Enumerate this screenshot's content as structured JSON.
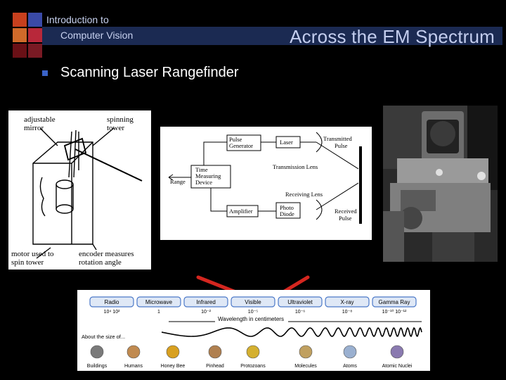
{
  "header": {
    "course_line1": "Introduction to",
    "course_line2": "Computer Vision",
    "title": "Across the EM Spectrum"
  },
  "bullet": {
    "text": "Scanning Laser Rangefinder"
  },
  "colors": {
    "background": "#000000",
    "header_bar": "#1b2a52",
    "header_text": "#c3cdee",
    "accent_blue": "#3a63c8",
    "arrow_red": "#d4261f"
  },
  "diagram_left": {
    "adjustable_mirror": [
      "adjustable",
      "mirror"
    ],
    "spinning_tower": [
      "spinning",
      "tower"
    ],
    "motor": [
      "motor used to",
      "spin tower"
    ],
    "encoder": [
      "encoder measures",
      "rotation angle"
    ]
  },
  "diagram_middle": {
    "pulse_generator": [
      "Pulse",
      "Generator"
    ],
    "laser": "Laser",
    "transmitted_pulse": [
      "Transmitted",
      "Pulse"
    ],
    "time_measuring": [
      "Time",
      "Measuring",
      "Device"
    ],
    "range": "Range",
    "transmission_lens": "Transmission Lens",
    "receiving_lens": "Receiving Lens",
    "amplifier": "Amplifier",
    "photo_diode": [
      "Photo",
      "Diode"
    ],
    "received_pulse": [
      "Received",
      "Pulse"
    ]
  },
  "spectrum": {
    "bands": [
      {
        "name": "Radio",
        "value": "10⁴  10²"
      },
      {
        "name": "Microwave",
        "value": "1"
      },
      {
        "name": "Infrared",
        "value": "10⁻²"
      },
      {
        "name": "Visible",
        "value": "10⁻⁵"
      },
      {
        "name": "Ultraviolet",
        "value": "10⁻⁶"
      },
      {
        "name": "X-ray",
        "value": "10⁻⁸"
      },
      {
        "name": "Gamma Ray",
        "value": "10⁻¹⁰  10⁻¹²"
      }
    ],
    "wavelength_label": "Wavelength in centimeters",
    "size_label": "About the size of...",
    "objects": [
      "Buildings",
      "Humans",
      "Honey Bee",
      "Pinhead",
      "Protozoans",
      "Molecules",
      "Atoms",
      "Atomic Nuclei"
    ]
  }
}
